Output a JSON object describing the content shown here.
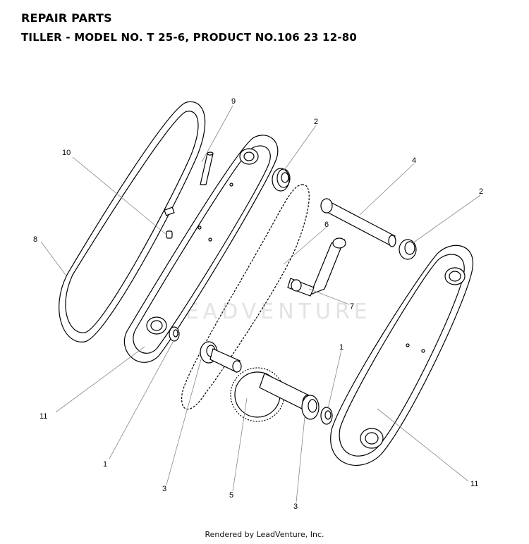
{
  "header": {
    "title": "REPAIR PARTS",
    "subtitle": "TILLER - MODEL NO. T 25-6, PRODUCT NO.106 23 12-80"
  },
  "watermark": "LEADVENTURE",
  "footer": "Rendered by LeadVenture, Inc.",
  "callouts": {
    "c1a": "1",
    "c1b": "1",
    "c2a": "2",
    "c2b": "2",
    "c3a": "3",
    "c3b": "3",
    "c4": "4",
    "c5": "5",
    "c6": "6",
    "c7": "7",
    "c8": "8",
    "c9": "9",
    "c10": "10",
    "c11a": "11",
    "c11b": "11"
  },
  "colors": {
    "ink": "#000000",
    "leader": "#888888",
    "watermark": "#e3e3e3"
  }
}
